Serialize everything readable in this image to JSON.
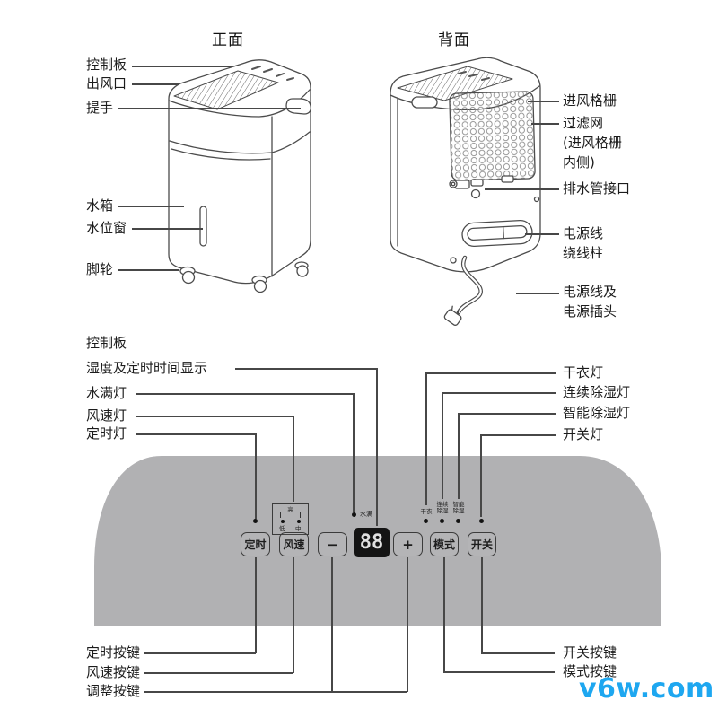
{
  "watermark": {
    "text": "v6w.com",
    "color": "#1ea7f0"
  },
  "front": {
    "title": "正面",
    "labels": {
      "control_board": "控制板",
      "air_outlet": "出风口",
      "handle": "提手",
      "water_tank": "水箱",
      "water_level_window": "水位窗",
      "caster": "脚轮"
    }
  },
  "back": {
    "title": "背面",
    "labels": {
      "inlet_grille": "进风格栅",
      "filter_line1": "过滤网",
      "filter_line2": "(进风格栅",
      "filter_line3": "内侧)",
      "drain_port": "排水管接口",
      "cord_post_line1": "电源线",
      "cord_post_line2": "绕线柱",
      "cord_plug_line1": "电源线及",
      "cord_plug_line2": "电源插头"
    }
  },
  "panel_section": {
    "title": "控制板",
    "callouts_left": {
      "display": "湿度及定时时间显示",
      "water_full_light": "水满灯",
      "fan_speed_light": "风速灯",
      "timer_light": "定时灯"
    },
    "callouts_right": {
      "dry_light": "干衣灯",
      "continuous_light": "连续除湿灯",
      "smart_light": "智能除湿灯",
      "power_light": "开关灯"
    },
    "callouts_bottom": {
      "timer_button": "定时按键",
      "fan_button": "风速按键",
      "adjust_button": "调整按键",
      "power_button": "开关按键",
      "mode_button": "模式按键"
    }
  },
  "panel": {
    "colors": {
      "background": "#b1b1b3",
      "display_bg": "#141414",
      "display_digits": "#e0e0e0",
      "line": "#474747"
    },
    "buttons": {
      "timer": "定时",
      "fan": "风速",
      "minus": "−",
      "plus": "+",
      "mode": "模式",
      "power": "开关"
    },
    "display_value": "88",
    "indicators": {
      "water_full": "水满",
      "fan_high": "高",
      "fan_low": "低",
      "fan_mid": "中",
      "dry": "干衣",
      "continuous_l1": "连续",
      "continuous_l2": "除湿",
      "smart_l1": "智能",
      "smart_l2": "除湿"
    }
  }
}
